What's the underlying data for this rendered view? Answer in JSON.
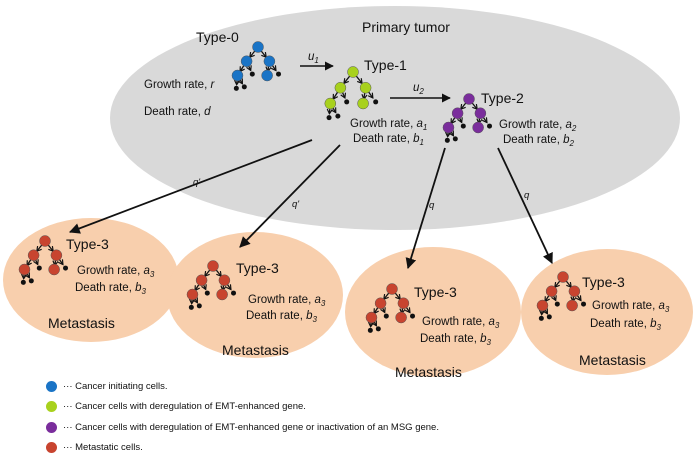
{
  "primary": {
    "title": "Primary tumor",
    "type0": {
      "label": "Type-0",
      "growth": "Growth rate, ",
      "growth_var": "r",
      "death": "Death rate, ",
      "death_var": "d"
    },
    "type1": {
      "label": "Type-1",
      "growth": "Growth rate, ",
      "growth_var": "a",
      "growth_sub": "1",
      "death": "Death rate, ",
      "death_var": "b",
      "death_sub": "1"
    },
    "type2": {
      "label": "Type-2",
      "growth": "Growth rate, ",
      "growth_var": "a",
      "growth_sub": "2",
      "death": "Death rate, ",
      "death_var": "b",
      "death_sub": "2"
    },
    "u1": "u",
    "u1_sub": "1",
    "u2": "u",
    "u2_sub": "2"
  },
  "arrows": {
    "qprime": "q'",
    "q": "q"
  },
  "metastasis": {
    "type_label": "Type-3",
    "growth": "Growth rate, ",
    "growth_var": "a",
    "growth_sub": "3",
    "death": "Death rate, ",
    "death_var": "b",
    "death_sub": "3",
    "caption": "Metastasis"
  },
  "legend": [
    {
      "color": "#1a74c6",
      "text": "··· Cancer initiating cells."
    },
    {
      "color": "#a8d11d",
      "text": "··· Cancer cells with deregulation of EMT-enhanced gene."
    },
    {
      "color": "#7a2d9c",
      "text": "··· Cancer cells with deregulation of EMT-enhanced gene or inactivation of an MSG gene."
    },
    {
      "color": "#c8442f",
      "text": "··· Metastatic cells."
    }
  ],
  "colors": {
    "type0": "#1a74c6",
    "type1": "#a8d11d",
    "type2": "#7a2d9c",
    "type3": "#c8442f",
    "tumor": "#d9d9d9",
    "metastasis": "#f8cfad"
  }
}
